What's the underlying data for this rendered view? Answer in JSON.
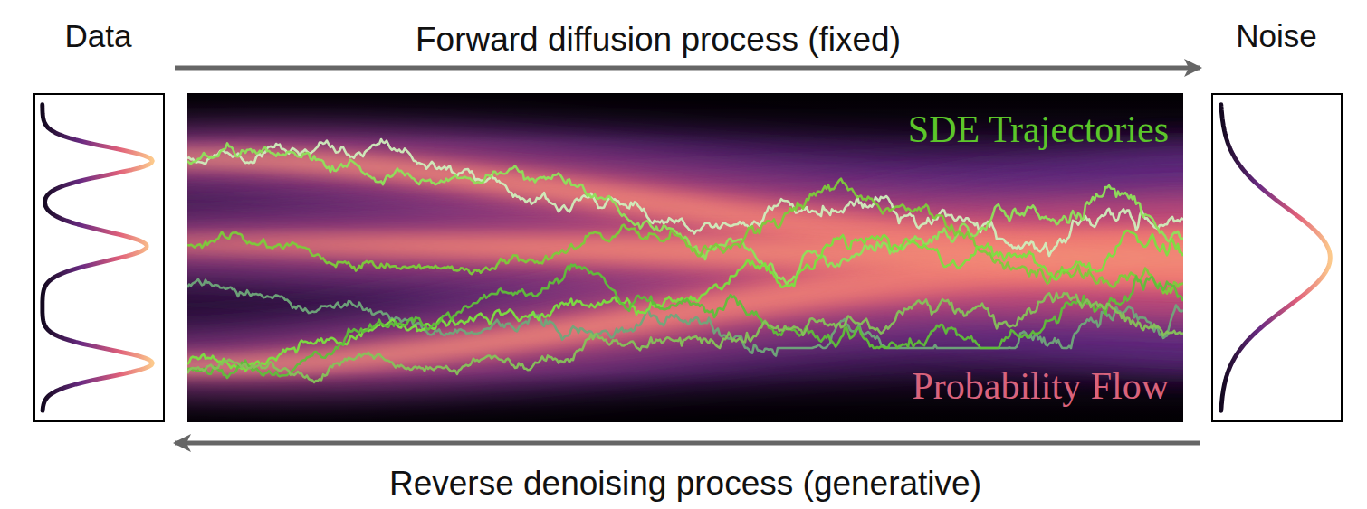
{
  "diagram": {
    "nodes": [
      {
        "text": [
          "Data"
        ]
      },
      {
        "text": [
          "SDE Trajectories",
          "Probability Flow"
        ]
      },
      {
        "text": [
          "Noise"
        ]
      }
    ],
    "edges": [
      {
        "from": 0,
        "to": 2,
        "arrow": "to",
        "label": "Forward diffusion process (fixed)"
      },
      {
        "from": 2,
        "to": 0,
        "arrow": "to",
        "label": "Reverse denoising process (generative)"
      }
    ]
  }
}
